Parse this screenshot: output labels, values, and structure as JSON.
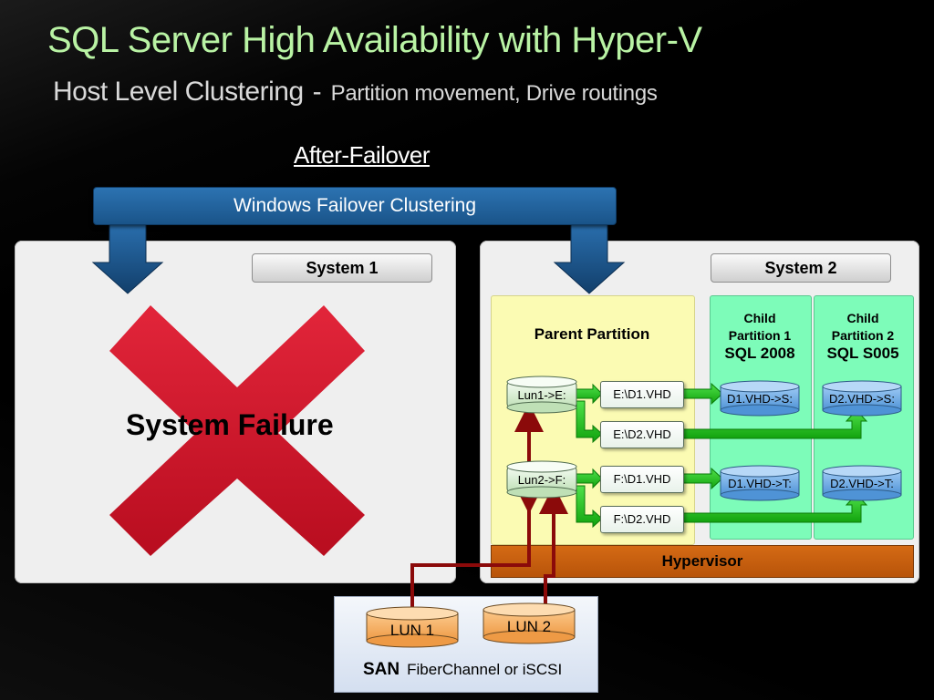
{
  "title": "SQL Server High Availability with Hyper-V",
  "subtitle": {
    "main": "Host Level Clustering",
    "separator": "-",
    "rest": "Partition movement, Drive routings"
  },
  "after_failover": "After-Failover",
  "wfc_label": "Windows Failover Clustering",
  "system1": {
    "label": "System 1",
    "failure_text": "System Failure"
  },
  "system2": {
    "label": "System 2",
    "parent_partition": "Parent Partition",
    "child1": {
      "line1": "Child",
      "line2": "Partition 1",
      "name": "SQL 2008"
    },
    "child2": {
      "line1": "Child",
      "line2": "Partition 2",
      "name": "SQL S005"
    },
    "hypervisor": "Hypervisor"
  },
  "lun_map": {
    "lun1": "Lun1->E:",
    "lun2": "Lun2->F:"
  },
  "vhds": {
    "e_d1": "E:\\D1.VHD",
    "e_d2": "E:\\D2.VHD",
    "f_d1": "F:\\D1.VHD",
    "f_d2": "F:\\D2.VHD"
  },
  "child_drives": {
    "d1_s": "D1.VHD->S:",
    "d2_s": "D2.VHD->S:",
    "d1_t": "D1.VHD->T:",
    "d2_t": "D2.VHD->T:"
  },
  "san": {
    "lun1": "LUN 1",
    "lun2": "LUN 2",
    "label": "SAN",
    "transport": "FiberChannel or iSCSI"
  },
  "colors": {
    "title": "#b9f3a4",
    "cluster_bar": "#1f5f9a",
    "fail_x": "#d4142a",
    "parent_bg": "#fbfbb3",
    "child_bg": "#7dfcb9",
    "hypervisor": "#c85f0f",
    "green_arrow": "#22c41e",
    "red_line": "#8b0a0a",
    "lun_orange": "#f6a450",
    "blue_disk": "#62a6e6"
  }
}
